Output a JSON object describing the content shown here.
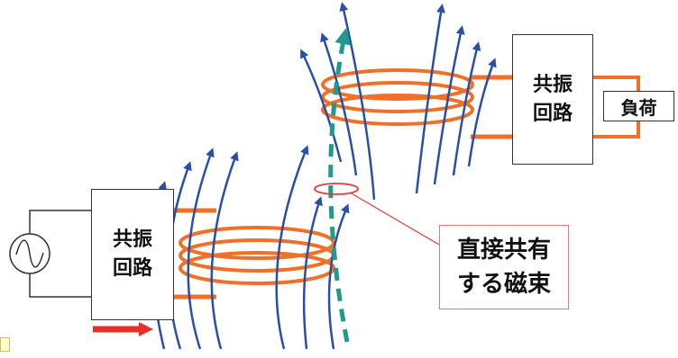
{
  "diagram": {
    "left_resonator": {
      "label": "共振\n回路"
    },
    "right_resonator": {
      "label": "共振\n回路"
    },
    "load": {
      "label": "負荷"
    },
    "shared_flux": {
      "label": "直接共有\nする磁束"
    },
    "colors": {
      "coil": "#f07028",
      "field_line": "#2a4fa8",
      "shared_flux_line": "#1f9a8c",
      "current_arrow": "#e8302a",
      "callout": "#e23c3c"
    }
  }
}
